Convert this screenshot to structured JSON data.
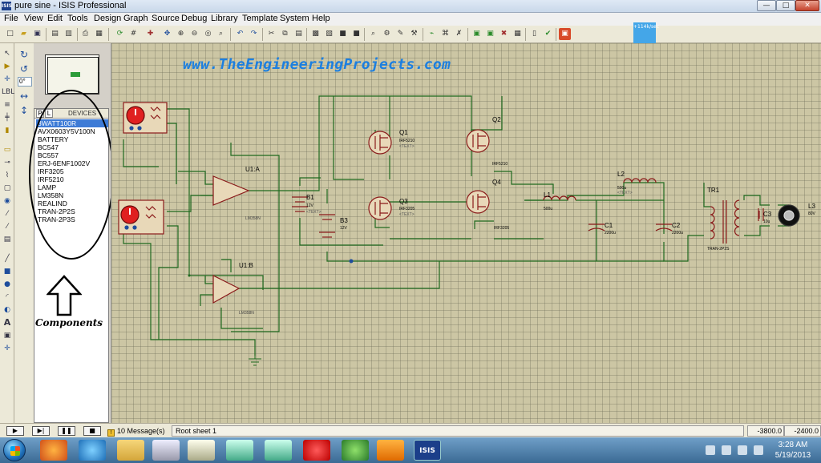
{
  "window": {
    "app_icon_text": "ISIS",
    "title": "pure sine - ISIS Professional"
  },
  "menu": [
    "File",
    "View",
    "Edit",
    "Tools",
    "Design",
    "Graph",
    "Source",
    "Debug",
    "Library",
    "Template",
    "System",
    "Help"
  ],
  "window_buttons": {
    "minimize": "—",
    "maximize": "□",
    "close": "✕"
  },
  "toolbar": {
    "zoom_status": "+114k/sec"
  },
  "rotation": {
    "angle": "0°"
  },
  "device_panel": {
    "tab_p": "P",
    "tab_l": "L",
    "title": "DEVICES",
    "items": [
      "3WATT100R",
      "AVX0603Y5V100N",
      "BATTERY",
      "BC547",
      "BC557",
      "ERJ-6ENF1002V",
      "IRF3205",
      "IRF5210",
      "LAMP",
      "LM358N",
      "REALIND",
      "TRAN-2P2S",
      "TRAN-2P3S"
    ],
    "selected": "3WATT100R"
  },
  "annotation": {
    "label": "Components"
  },
  "watermark": "www.TheEngineeringProjects.com",
  "schematic": {
    "labels": {
      "u1a": "U1:A",
      "u1a_part": "LM358N",
      "u1b": "U1:B",
      "u1b_part": "LM358N",
      "b1": "B1",
      "b1_val": "12V",
      "b3": "B3",
      "b3_val": "12V",
      "q1": "Q1",
      "q1_part": "IRF5210",
      "q2": "Q2",
      "q2_part": "IRF5210",
      "q3": "Q3",
      "q3_part": "IRF3205",
      "q4": "Q4",
      "q4_part": "IRF3205",
      "l1": "L1",
      "l1_val": "500u",
      "l2": "L2",
      "l2_val": "500u",
      "c1": "C1",
      "c1_val": "2200u",
      "c2": "C2",
      "c2_val": "2200u",
      "c3": "C3",
      "c3_val": "10u",
      "tr1": "TR1",
      "tr1_part": "TRAN-2P2S",
      "l3": "L3",
      "l3_val": "80V",
      "text_tag": "<TEXT>"
    }
  },
  "status": {
    "messages": "10 Message(s)",
    "sheet": "Root sheet 1",
    "x": "-3800.0",
    "y": "-2400.0"
  },
  "taskbar": {
    "time": "3:28 AM",
    "date": "5/19/2013",
    "isis_label": "ISIS"
  },
  "colors": {
    "canvas": "#ccc6a4",
    "wire": "#1f6a1f",
    "component": "#8a1a1a",
    "watermark": "#1c7fe0",
    "selected": "#3d7bd6"
  }
}
